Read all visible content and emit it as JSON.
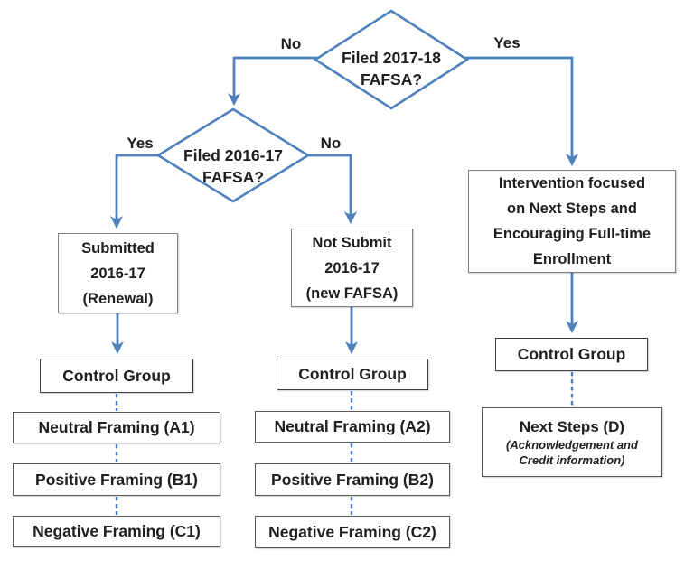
{
  "colors": {
    "connector_blue": "#4f81bd",
    "big_box_border": "#808080",
    "control_box_border": "#404040",
    "option_box_border": "#595959",
    "text": "#1f1f1f",
    "background": "#ffffff"
  },
  "decision_top": {
    "line1": "Filed 2017-18",
    "line2": "FAFSA?",
    "left_label": "No",
    "right_label": "Yes"
  },
  "decision_mid": {
    "line1": "Filed 2016-17",
    "line2": "FAFSA?",
    "left_label": "Yes",
    "right_label": "No"
  },
  "branch_renewal": {
    "box_line1": "Submitted",
    "box_line2": "2016-17",
    "box_line3": "(Renewal)",
    "control_label": "Control Group",
    "options": [
      "Neutral Framing (A1)",
      "Positive Framing (B1)",
      "Negative Framing (C1)"
    ]
  },
  "branch_new_fafsa": {
    "box_line1": "Not Submit",
    "box_line2": "2016-17",
    "box_line3": "(new FAFSA)",
    "control_label": "Control Group",
    "options": [
      "Neutral Framing (A2)",
      "Positive Framing (B2)",
      "Negative Framing (C2)"
    ]
  },
  "branch_filed": {
    "box_line1": "Intervention focused",
    "box_line2": "on Next Steps and",
    "box_line3": "Encouraging Full-time",
    "box_line4": "Enrollment",
    "control_label": "Control Group",
    "option_title": "Next Steps (D)",
    "option_sub_line1": "(Acknowledgement and",
    "option_sub_line2": "Credit information)"
  }
}
